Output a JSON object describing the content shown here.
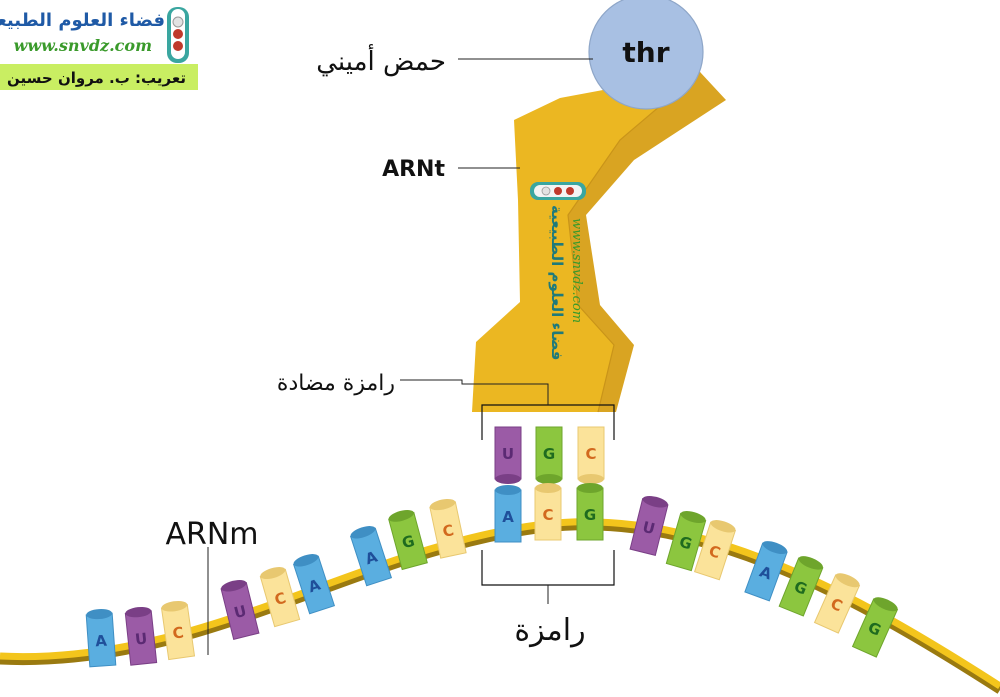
{
  "logo": {
    "site_name": "فضاء العلوم الطبيعية",
    "site_url": "www.snvdz.com",
    "credit": "تعريب: ب. مروان حسين"
  },
  "labels": {
    "amino_acid": "حمض أميني",
    "amino_acid_name": "thr",
    "trna": "ARNt",
    "anticodon": "رامزة مضادة",
    "mrna": "ARNm",
    "codon": "رامزة"
  },
  "watermark": {
    "site_name": "فضاء العلوم الطبيعية",
    "site_url": "www.snvdz.com"
  },
  "anticodon_bases": [
    "U",
    "G",
    "C"
  ],
  "mrna_bases": [
    "A",
    "U",
    "C",
    "U",
    "C",
    "A",
    "A",
    "G",
    "C",
    "A",
    "C",
    "G",
    "U",
    "G",
    "C",
    "A",
    "G",
    "C",
    "G"
  ],
  "colors": {
    "A": "#5aaee0",
    "U": "#9b5ba6",
    "G": "#8cc63f",
    "C": "#fbe39a",
    "trna": "#e9b421",
    "trna_dark": "#d4a01c",
    "amino_acid": "#a8c0e3",
    "mrna_strand": "#f3c51c"
  }
}
